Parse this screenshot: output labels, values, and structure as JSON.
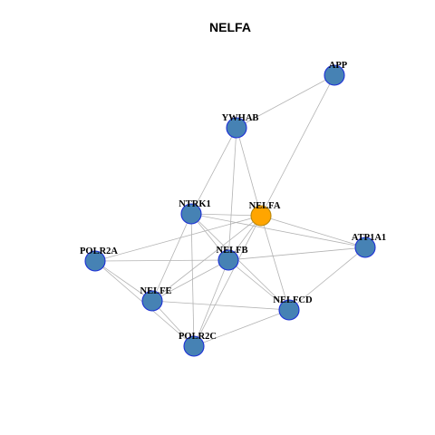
{
  "title": "NELFA",
  "colors": {
    "node_fill": "#4682b4",
    "node_stroke": "#1c2fd6",
    "center_fill": "#ffa500",
    "center_stroke": "#b8860b",
    "edge": "#b3b3b3"
  },
  "nodes": [
    {
      "id": "APP",
      "label": "APP",
      "center": false
    },
    {
      "id": "YWHAB",
      "label": "YWHAB",
      "center": false
    },
    {
      "id": "NTRK1",
      "label": "NTRK1",
      "center": false
    },
    {
      "id": "NELFA",
      "label": "NELFA",
      "center": true
    },
    {
      "id": "ATP1A1",
      "label": "ATP1A1",
      "center": false
    },
    {
      "id": "POLR2A",
      "label": "POLR2A",
      "center": false
    },
    {
      "id": "NELFB",
      "label": "NELFB",
      "center": false
    },
    {
      "id": "NELFE",
      "label": "NELFE",
      "center": false
    },
    {
      "id": "NELFCD",
      "label": "NELFCD",
      "center": false
    },
    {
      "id": "POLR2C",
      "label": "POLR2C",
      "center": false
    }
  ],
  "edges": [
    [
      "APP",
      "YWHAB"
    ],
    [
      "APP",
      "NELFA"
    ],
    [
      "YWHAB",
      "NTRK1"
    ],
    [
      "YWHAB",
      "NELFA"
    ],
    [
      "YWHAB",
      "NELFB"
    ],
    [
      "NTRK1",
      "NELFA"
    ],
    [
      "NTRK1",
      "NELFB"
    ],
    [
      "NTRK1",
      "NELFE"
    ],
    [
      "NTRK1",
      "POLR2C"
    ],
    [
      "NTRK1",
      "ATP1A1"
    ],
    [
      "NTRK1",
      "NELFCD"
    ],
    [
      "NELFA",
      "POLR2A"
    ],
    [
      "NELFA",
      "NELFB"
    ],
    [
      "NELFA",
      "NELFE"
    ],
    [
      "NELFA",
      "NELFCD"
    ],
    [
      "NELFA",
      "POLR2C"
    ],
    [
      "NELFA",
      "ATP1A1"
    ],
    [
      "POLR2A",
      "NELFB"
    ],
    [
      "POLR2A",
      "NELFE"
    ],
    [
      "POLR2A",
      "POLR2C"
    ],
    [
      "NELFB",
      "NELFE"
    ],
    [
      "NELFB",
      "NELFCD"
    ],
    [
      "NELFB",
      "POLR2C"
    ],
    [
      "NELFB",
      "ATP1A1"
    ],
    [
      "NELFE",
      "POLR2C"
    ],
    [
      "NELFE",
      "NELFCD"
    ],
    [
      "NELFCD",
      "POLR2C"
    ],
    [
      "NELFCD",
      "ATP1A1"
    ]
  ]
}
